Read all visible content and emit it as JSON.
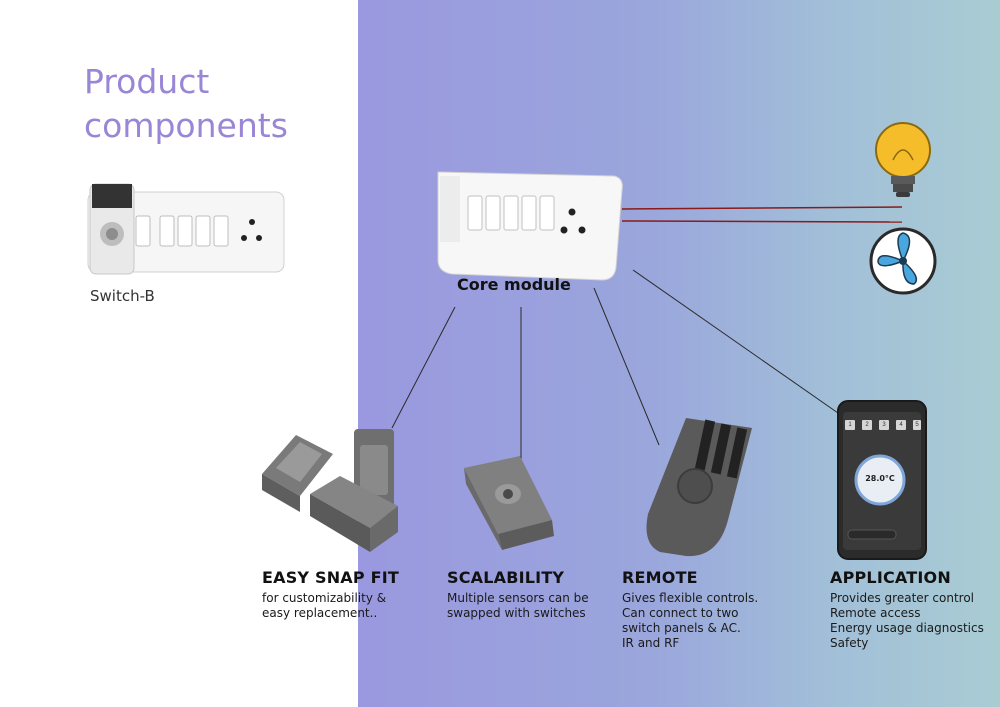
{
  "title_lines": [
    "Product",
    "components"
  ],
  "switch_b": {
    "label": "Switch-B"
  },
  "core_module": {
    "label": "Core module"
  },
  "features": [
    {
      "title": "EASY SNAP FIT",
      "lines": [
        "for customizability &",
        "easy replacement.."
      ]
    },
    {
      "title": "SCALABILITY",
      "lines": [
        "Multiple sensors can be",
        "swapped with switches"
      ]
    },
    {
      "title": "REMOTE",
      "lines": [
        "Gives flexible controls.",
        "Can connect to two",
        "switch panels & AC.",
        "IR and RF"
      ]
    },
    {
      "title": "APPLICATION",
      "lines": [
        "Provides greater control",
        "Remote access",
        "Energy usage diagnostics",
        "Safety"
      ]
    }
  ],
  "phone": {
    "tabs": [
      "1",
      "2",
      "3",
      "4",
      "5"
    ],
    "temperature": "28.0°C"
  },
  "devices": {
    "top": "bulb-icon",
    "bottom": "fan-icon"
  },
  "colors": {
    "title": "#9a86d6",
    "wire": "#8b1a1a",
    "module_gray": "#6f6f6f"
  }
}
